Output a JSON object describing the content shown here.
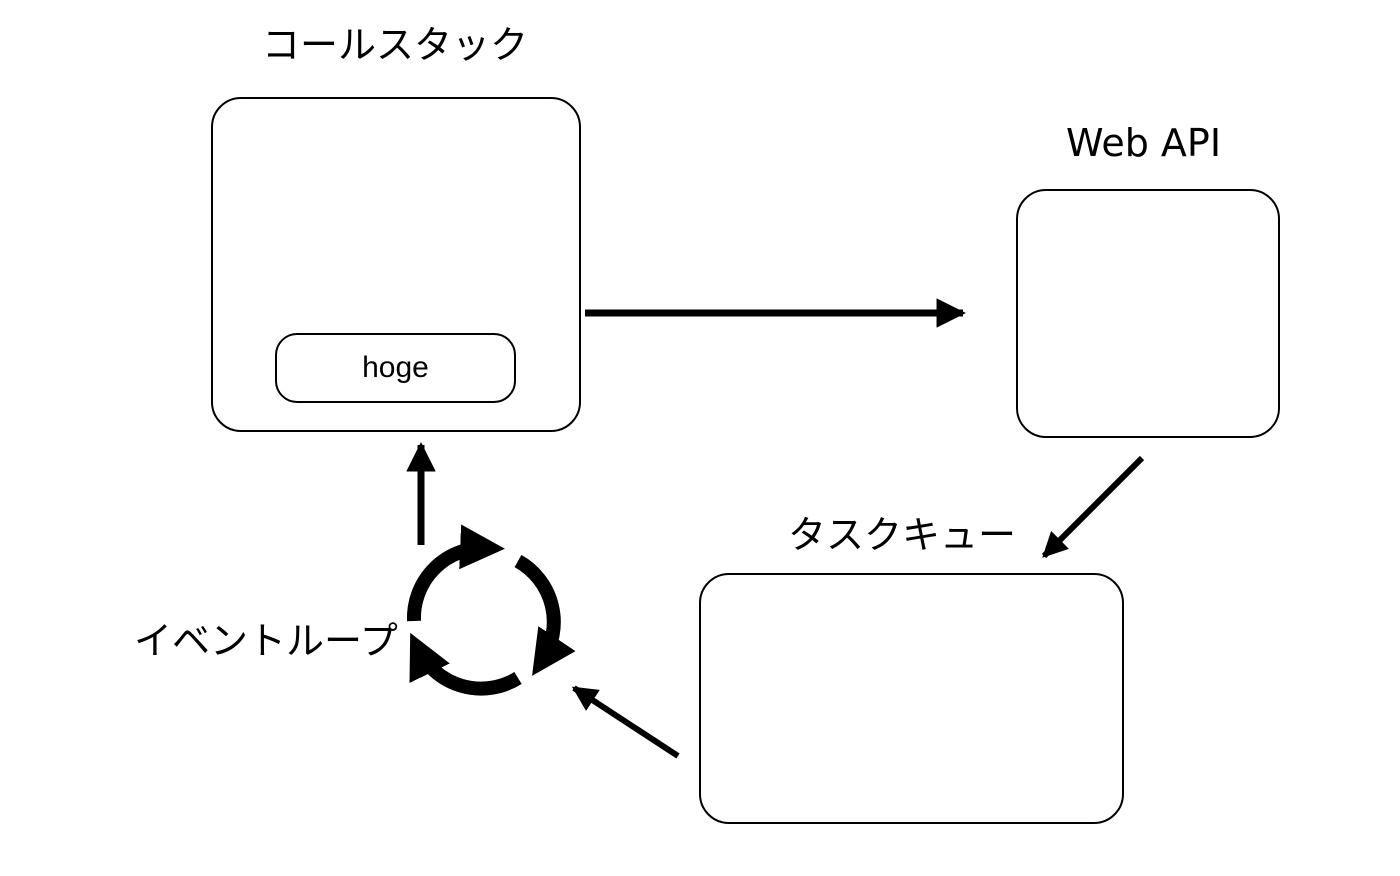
{
  "labels": {
    "call_stack": "コールスタック",
    "web_api": "Web API",
    "task_queue": "タスクキュー",
    "event_loop": "イベントループ"
  },
  "call_stack": {
    "frames": [
      "hoge"
    ]
  },
  "colors": {
    "stroke": "#000000",
    "background": "#ffffff"
  }
}
